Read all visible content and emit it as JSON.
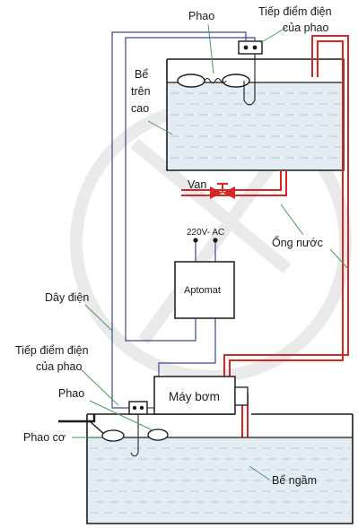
{
  "labels": {
    "phao_top": "Phao",
    "contact_top_line1": "Tiếp điểm điện",
    "contact_top_line2": "của phao",
    "tank_top_line1": "Bể",
    "tank_top_line2": "trên",
    "tank_top_line3": "cao",
    "van": "Van",
    "voltage": "220V- AC",
    "ong_nuoc": "Ống nước",
    "aptomat": "Aptomat",
    "day_dien": "Dây điện",
    "contact_bottom_line1": "Tiếp điểm điện",
    "contact_bottom_line2": "của phao",
    "phao_bottom": "Phao",
    "phao_co": "Phao cơ",
    "may_bom": "Máy bơm",
    "be_ngam": "Bể ngầm"
  },
  "colors": {
    "pipe": "#d42828",
    "wire": "#3a4a8c",
    "water": "#e4ecf3",
    "outline": "#1a1a1a",
    "leader": "#4a9a5a"
  }
}
